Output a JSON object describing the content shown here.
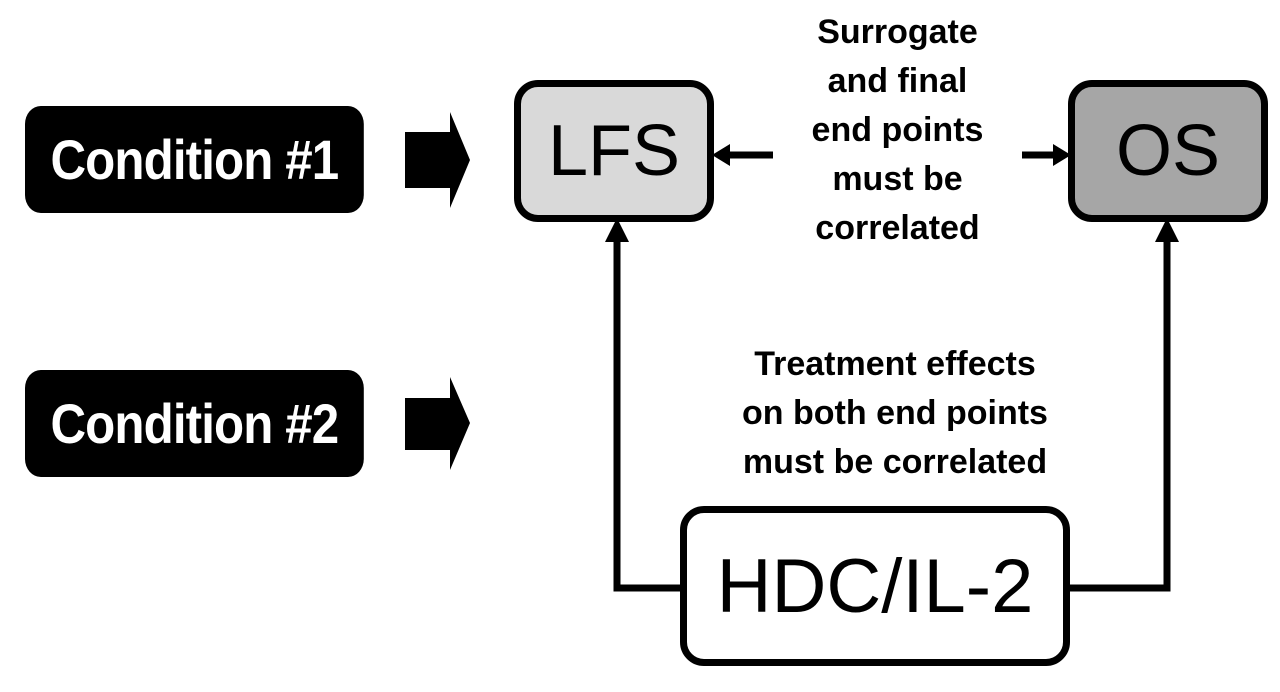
{
  "conditions": [
    {
      "label": "Condition #1"
    },
    {
      "label": "Condition #2"
    }
  ],
  "nodes": {
    "lfs": {
      "label": "LFS",
      "fill": "#d9d9d9"
    },
    "os": {
      "label": "OS",
      "fill": "#a6a6a6"
    },
    "treatment": {
      "label": "HDC/IL-2",
      "fill": "#ffffff"
    }
  },
  "captions": {
    "surrogate": [
      "Surrogate",
      "and final",
      "end points",
      "must be",
      "correlated"
    ],
    "treatment": [
      "Treatment effects",
      "on both end points",
      "must be correlated"
    ]
  }
}
